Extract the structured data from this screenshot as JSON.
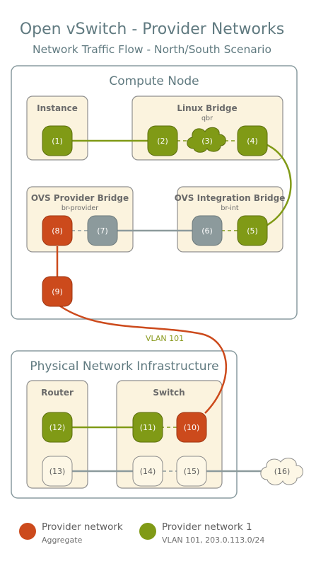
{
  "title": "Open vSwitch - Provider Networks",
  "subtitle": "Network Traffic Flow - North/South Scenario",
  "colors": {
    "provider": "#cc4a1c",
    "provider1": "#809a16",
    "grey": "#8c9a9c",
    "box_fill": "#fbf3de",
    "region_stroke": "#8a9ca0"
  },
  "regions": {
    "compute": {
      "label": "Compute Node",
      "boxes": {
        "instance": {
          "label": "Instance"
        },
        "linux_bridge": {
          "label": "Linux Bridge",
          "sub": "qbr"
        },
        "ovs_provider": {
          "label": "OVS Provider Bridge",
          "sub": "br-provider"
        },
        "ovs_integration": {
          "label": "OVS Integration Bridge",
          "sub": "br-int"
        }
      }
    },
    "physical": {
      "label": "Physical Network Infrastructure",
      "boxes": {
        "router": {
          "label": "Router"
        },
        "switch": {
          "label": "Switch"
        }
      }
    }
  },
  "nodes": {
    "n1": "(1)",
    "n2": "(2)",
    "n3": "(3)",
    "n4": "(4)",
    "n5": "(5)",
    "n6": "(6)",
    "n7": "(7)",
    "n8": "(8)",
    "n9": "(9)",
    "n10": "(10)",
    "n11": "(11)",
    "n12": "(12)",
    "n13": "(13)",
    "n14": "(14)",
    "n15": "(15)",
    "n16": "(16)"
  },
  "vlan_label": "VLAN 101",
  "legend": [
    {
      "title": "Provider network",
      "sub": "Aggregate",
      "color": "provider"
    },
    {
      "title": "Provider network 1",
      "sub": "VLAN 101, 203.0.113.0/24",
      "color": "provider1"
    }
  ]
}
